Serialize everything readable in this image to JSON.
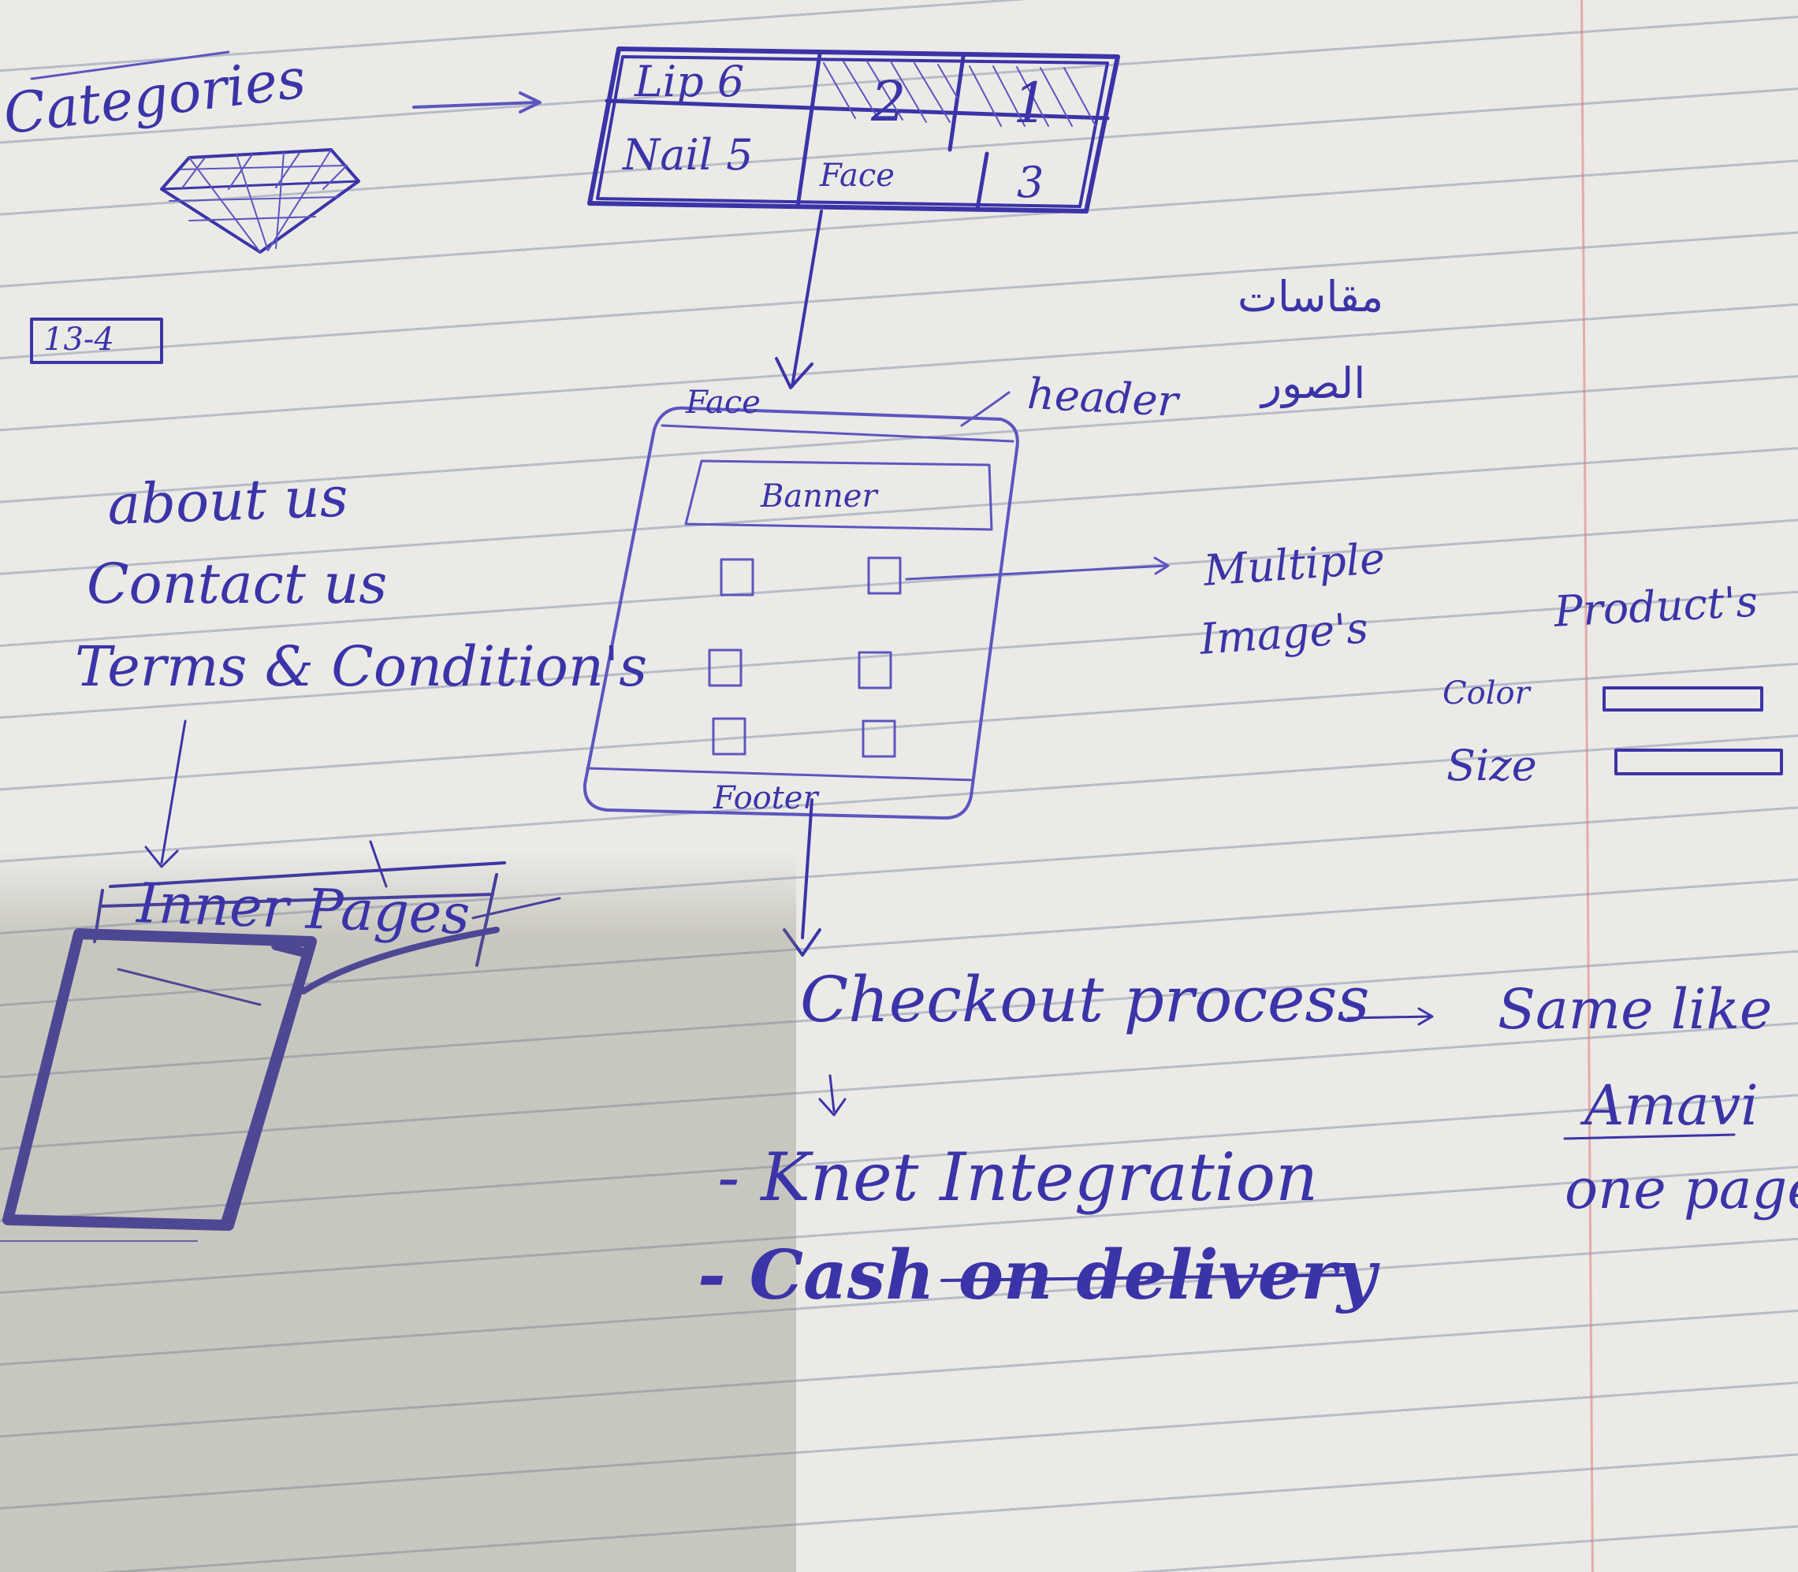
{
  "categories": {
    "title": "Categories",
    "counter": "13-4",
    "grid_labels": [
      "Lip 6",
      "2",
      "1",
      "Nail 5",
      "Face",
      "3"
    ]
  },
  "face": {
    "label": "Face",
    "header": "header",
    "banner": "Banner",
    "footer": "Footer"
  },
  "notes_ar": {
    "line1": "مقاسات",
    "line2": "الصور"
  },
  "multiple_images": [
    "Multiple",
    "Image's"
  ],
  "product": {
    "title": "Product's",
    "color_label": "Color",
    "size_label": "Size"
  },
  "links": {
    "about": "about us",
    "contact": "Contact us",
    "terms": "Terms & Condition's"
  },
  "inner_pages": "Inner Pages",
  "checkout": {
    "title": "Checkout process",
    "knet": "- Knet Integration",
    "cod": "- Cash on delivery",
    "same_like": "Same like",
    "amavi": "Amavi",
    "one_page": "one page"
  },
  "colors": {
    "ink": "#3b34a8",
    "paper": "#ebeae6",
    "rule_line": "#8c96af",
    "margin_line": "#dc7878"
  }
}
